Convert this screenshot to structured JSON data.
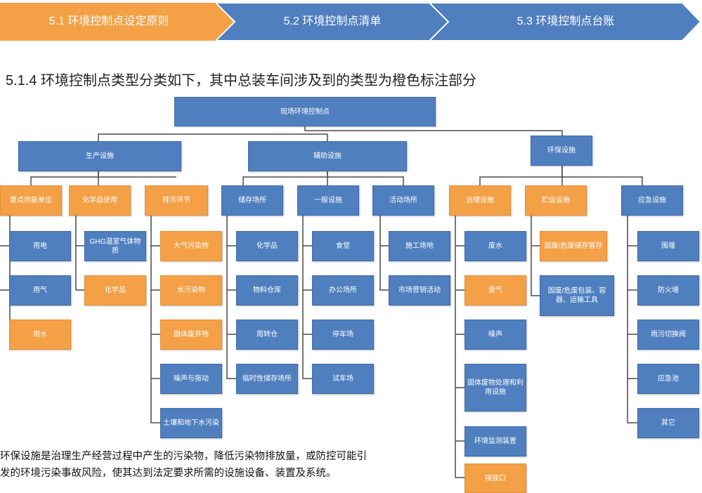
{
  "nav": {
    "steps": [
      "5.1 环境控制点设定原则",
      "5.2 环境控制点清单",
      "5.3 环境控制点台账"
    ],
    "active_color": "#f4a046",
    "inactive_color": "#4f7fbf"
  },
  "heading": "5.1.4 环境控制点类型分类如下，其中总装车间涉及到的类型为橙色标注部分",
  "tree": {
    "root": "现场环境控制点",
    "l1": [
      "生产设施",
      "辅助设施",
      "环保设施"
    ],
    "l2": [
      "重点用能单位",
      "化学品使用",
      "排污环节",
      "储存场所",
      "一般设施",
      "活动场所",
      "治理设施",
      "贮运设施",
      "应急设施"
    ],
    "leaves": {
      "energy": [
        "用电",
        "用气",
        "用水"
      ],
      "chem": [
        "GHG温室气体物质",
        "化学品"
      ],
      "discharge": [
        "大气污染物",
        "水污染物",
        "固体废弃物",
        "噪声与振动",
        "土壤和地下水污染"
      ],
      "storage": [
        "化学品",
        "物料仓库",
        "周转仓",
        "临时性储存场所"
      ],
      "general": [
        "食堂",
        "办公场所",
        "停车场",
        "试车场"
      ],
      "activity": [
        "施工场地",
        "市场营销活动"
      ],
      "treatment": [
        "废水",
        "废气",
        "噪声",
        "固体废物处理和利用设施",
        "环境监测装置",
        "排放口"
      ],
      "transport": [
        "固废/危废储存暂存",
        "固废/危废包装、容器、运输工具"
      ],
      "emergency": [
        "围堰",
        "防火墙",
        "雨污切换阀",
        "应急池",
        "其它"
      ]
    }
  },
  "paragraph": {
    "line1": "环保设施是治理生产经营过程中产生的污染物，降低污染物排放量，或防控可能引",
    "line2": "发的环境污染事故风险，使其达到法定要求所需的设施设备、装置及系统。"
  }
}
